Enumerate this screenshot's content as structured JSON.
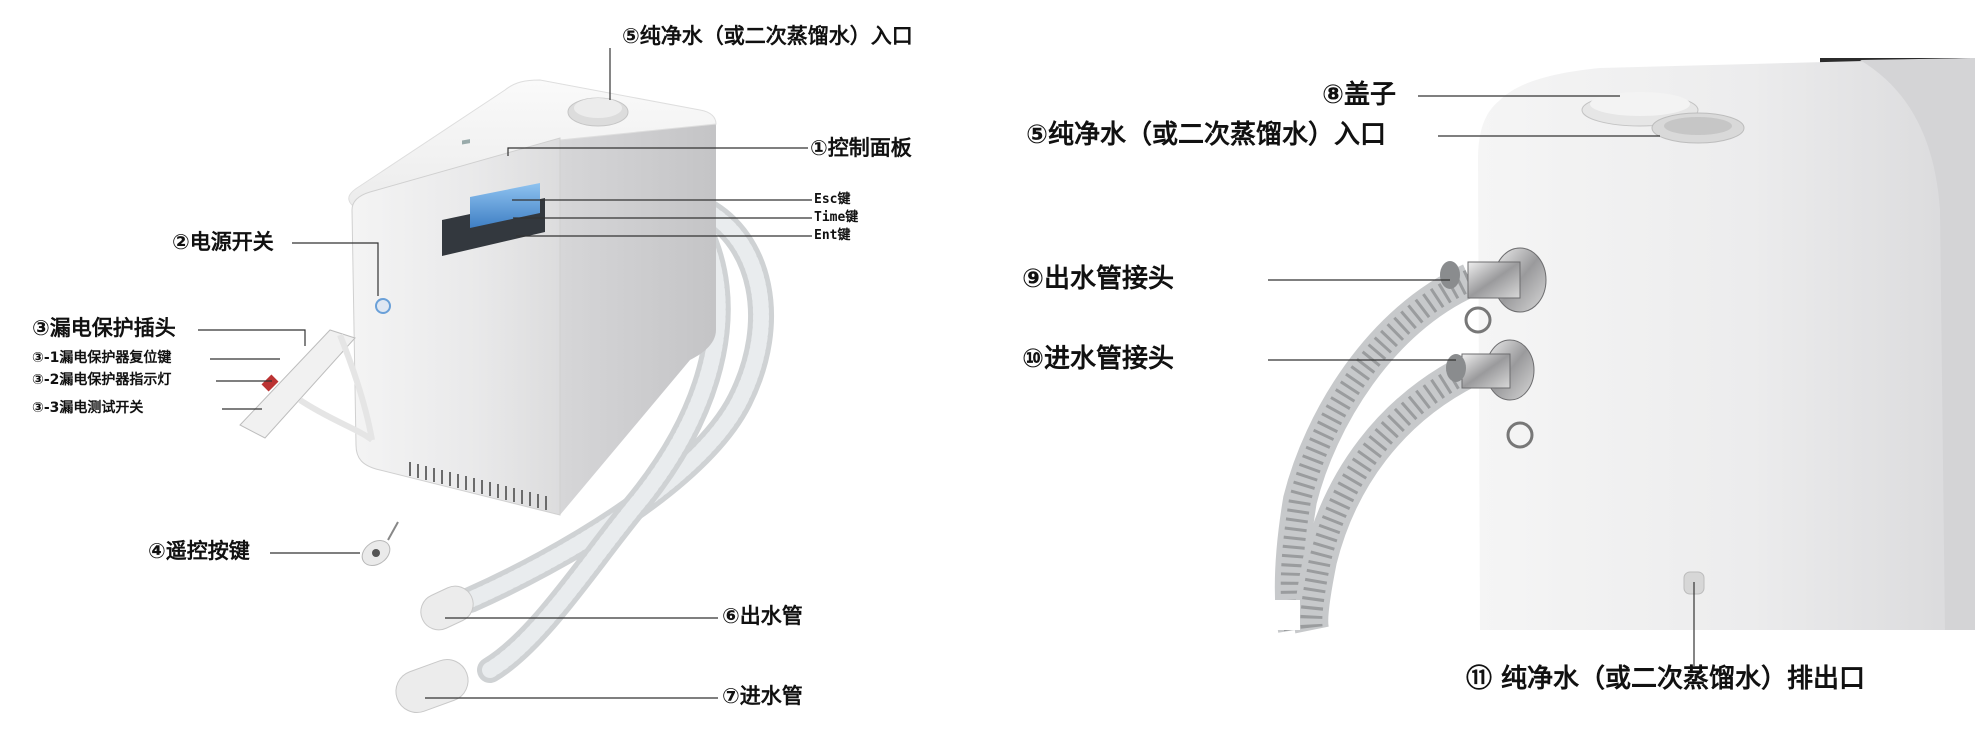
{
  "left_labels": {
    "inlet": "⑤纯净水（或二次蒸馏水）入口",
    "control_panel": "①控制面板",
    "esc_key": "Esc键",
    "time_key": "Time键",
    "ent_key": "Ent键",
    "power_switch": "②电源开关",
    "leakage_plug": "③漏电保护插头",
    "reset_key": "③-1漏电保护器复位键",
    "indicator_light": "③-2漏电保护器指示灯",
    "test_switch": "③-3漏电测试开关",
    "remote_key": "④遥控按键",
    "outlet_pipe": "⑥出水管",
    "inlet_pipe": "⑦进水管"
  },
  "right_labels": {
    "lid": "⑧盖子",
    "inlet": "⑤纯净水（或二次蒸馏水）入口",
    "outlet_connector": "⑨出水管接头",
    "inlet_connector": "⑩进水管接头",
    "drain_outlet": "⑪ 纯净水（或二次蒸馏水）排出口"
  }
}
